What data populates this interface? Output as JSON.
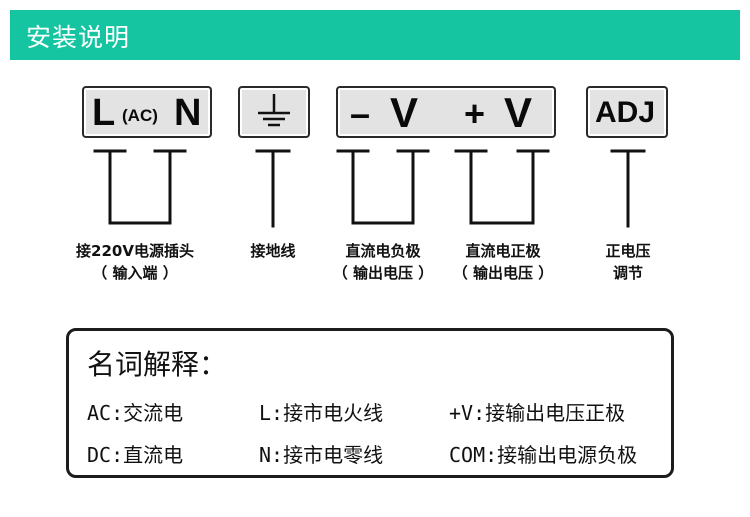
{
  "header": {
    "title": "安装说明"
  },
  "terminals": {
    "ln": {
      "left": "L",
      "mid": "(AC)",
      "right": "N"
    },
    "ground": {
      "icon": "ground-icon"
    },
    "v_neg": {
      "sign": "–",
      "letter": "V"
    },
    "v_pos": {
      "sign": "+",
      "letter": "V"
    },
    "adj": {
      "label": "ADJ"
    }
  },
  "labels": {
    "ln_line1": "接220V电源插头",
    "ln_line2": "（ 输入端 ）",
    "ground": "接地线",
    "v_neg_line1": "直流电负极",
    "v_neg_line2": "（ 输出电压 ）",
    "v_pos_line1": "直流电正极",
    "v_pos_line2": "（ 输出电压 ）",
    "adj_line1": "正电压",
    "adj_line2": "调节"
  },
  "glossary": {
    "title": "名词解释：",
    "items": [
      "AC:交流电",
      "L:接市电火线",
      "+V:接输出电压正极",
      "DC:直流电",
      "N:接市电零线",
      "COM:接输出电源负极"
    ]
  }
}
